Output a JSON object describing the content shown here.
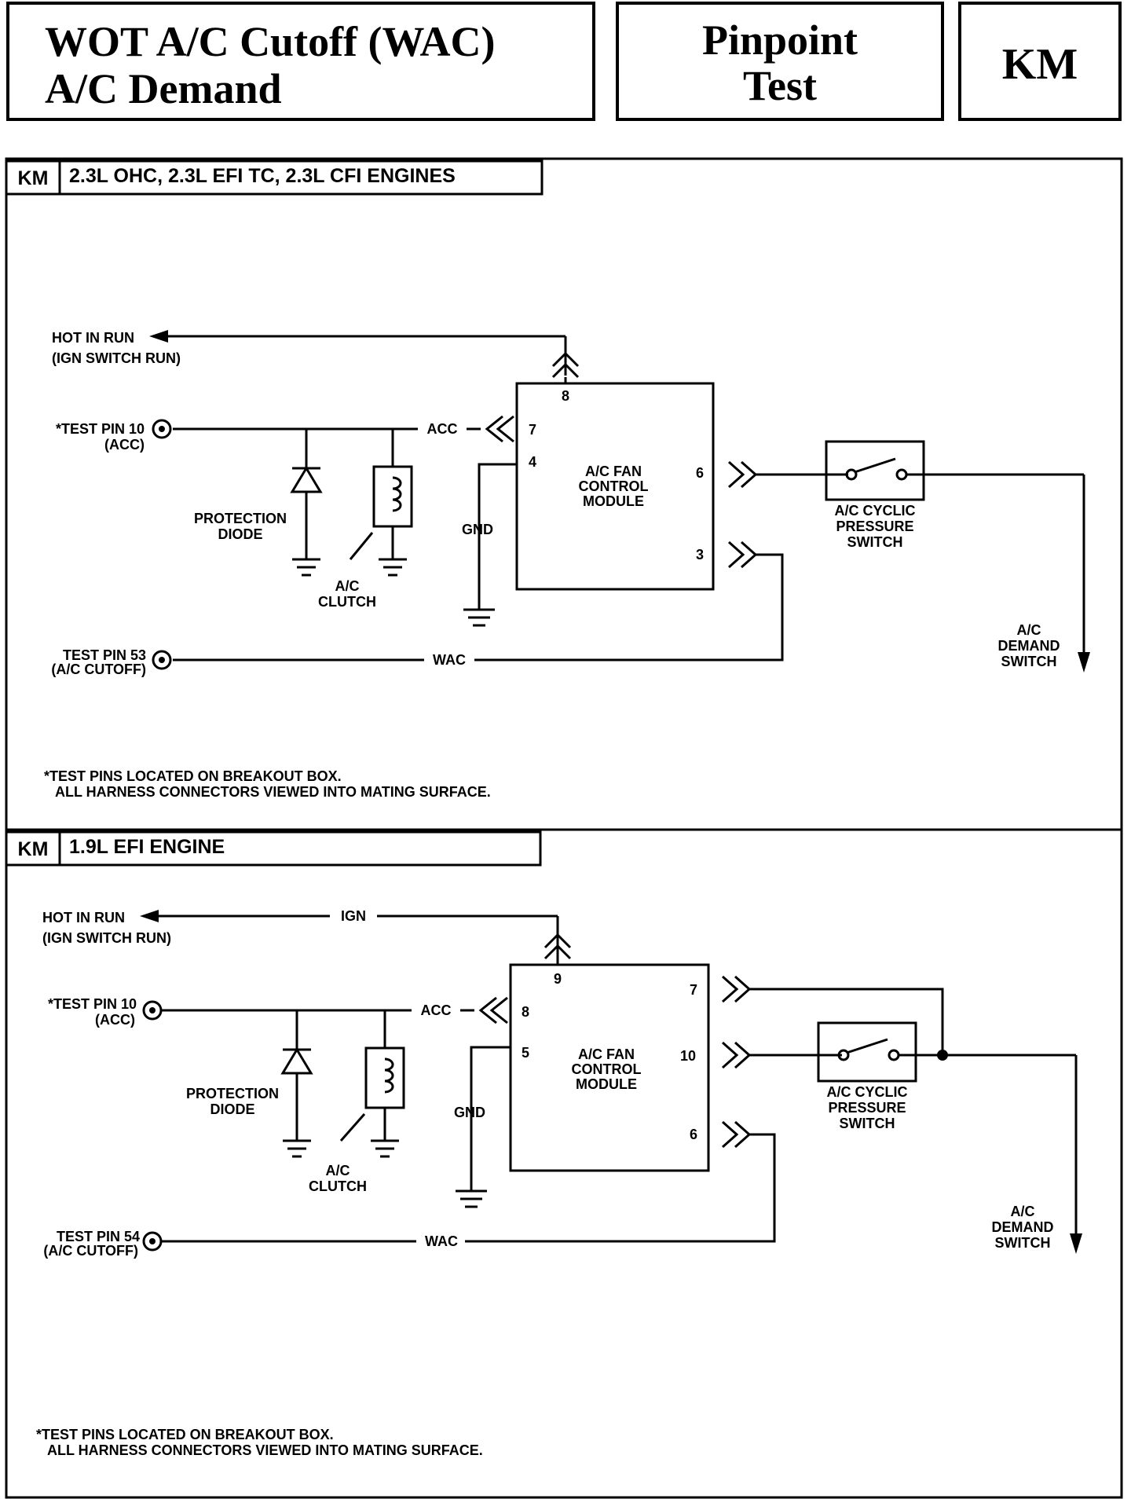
{
  "header": {
    "title_line1": "WOT A/C Cutoff (WAC)",
    "title_line2": "A/C Demand",
    "pinpoint_line1": "Pinpoint",
    "pinpoint_line2": "Test",
    "code": "KM"
  },
  "section1": {
    "tag": "KM",
    "title": "2.3L OHC, 2.3L EFI TC, 2.3L CFI ENGINES",
    "hot_in_run": "HOT IN RUN",
    "ign_switch_run": "(IGN SWITCH RUN)",
    "test_pin_10": "*TEST PIN 10",
    "acc_paren": "(ACC)",
    "acc": "ACC",
    "protection": "PROTECTION",
    "diode": "DIODE",
    "ac": "A/C",
    "clutch": "CLUTCH",
    "gnd": "GND",
    "module_line1": "A/C FAN",
    "module_line2": "CONTROL",
    "module_line3": "MODULE",
    "pin_8": "8",
    "pin_7": "7",
    "pin_4": "4",
    "pin_6": "6",
    "pin_3": "3",
    "cyclic_line1": "A/C CYCLIC",
    "cyclic_line2": "PRESSURE",
    "cyclic_line3": "SWITCH",
    "test_pin_53": "TEST PIN 53",
    "ac_cutoff": "(A/C CUTOFF)",
    "wac": "WAC",
    "demand_line1": "A/C",
    "demand_line2": "DEMAND",
    "demand_line3": "SWITCH",
    "note_line1": "*TEST PINS LOCATED ON BREAKOUT BOX.",
    "note_line2": "ALL HARNESS CONNECTORS VIEWED INTO MATING SURFACE."
  },
  "section2": {
    "tag": "KM",
    "title": "1.9L EFI ENGINE",
    "hot_in_run": "HOT IN RUN",
    "ign_switch_run": "(IGN SWITCH RUN)",
    "ign": "IGN",
    "test_pin_10": "*TEST PIN 10",
    "acc_paren": "(ACC)",
    "acc": "ACC",
    "protection": "PROTECTION",
    "diode": "DIODE",
    "ac": "A/C",
    "clutch": "CLUTCH",
    "gnd": "GND",
    "module_line1": "A/C FAN",
    "module_line2": "CONTROL",
    "module_line3": "MODULE",
    "pin_9": "9",
    "pin_8": "8",
    "pin_5": "5",
    "pin_7": "7",
    "pin_10": "10",
    "pin_6": "6",
    "cyclic_line1": "A/C CYCLIC",
    "cyclic_line2": "PRESSURE",
    "cyclic_line3": "SWITCH",
    "test_pin_54": "TEST PIN 54",
    "ac_cutoff": "(A/C CUTOFF)",
    "wac": "WAC",
    "demand_line1": "A/C",
    "demand_line2": "DEMAND",
    "demand_line3": "SWITCH",
    "note_line1": "*TEST PINS LOCATED ON BREAKOUT BOX.",
    "note_line2": "ALL HARNESS CONNECTORS VIEWED INTO MATING SURFACE."
  }
}
